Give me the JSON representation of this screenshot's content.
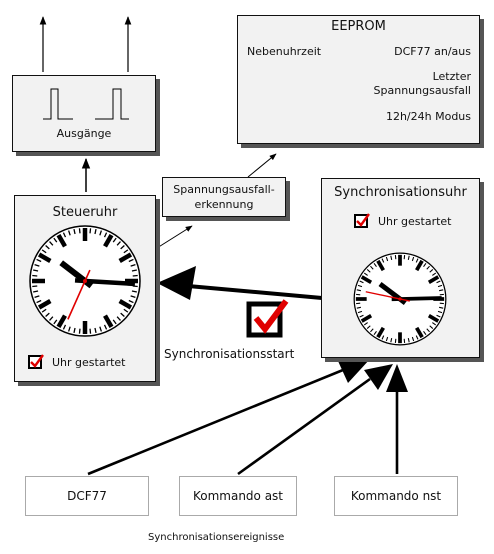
{
  "outputs_box": {
    "label": "Ausgänge"
  },
  "eeprom": {
    "title": "EEPROM",
    "left_item": "Nebenuhrzeit",
    "right_item": "DCF77 an/aus",
    "item3_line1": "Letzter",
    "item3_line2": "Spannungsausfall",
    "item4": "12h/24h Modus"
  },
  "power_fail": {
    "line1": "Spannungsausfall-",
    "line2": "erkennung"
  },
  "control_clock": {
    "title": "Steueruhr",
    "status": "Uhr  gestartet",
    "hour": 10,
    "minute": 15,
    "second": 34
  },
  "sync_clock": {
    "title": "Synchronisationsuhr",
    "status": "Uhr  gestartet",
    "hour": 10,
    "minute": 14,
    "second": 47
  },
  "sync_start": {
    "label": "Synchronisationsstart"
  },
  "sources": [
    "DCF77",
    "Kommando ast",
    "Kommando nst"
  ],
  "footer": "Synchronisationsereignisse",
  "colors": {
    "accent": "#e00000",
    "box_fill": "#f2f2f2"
  }
}
